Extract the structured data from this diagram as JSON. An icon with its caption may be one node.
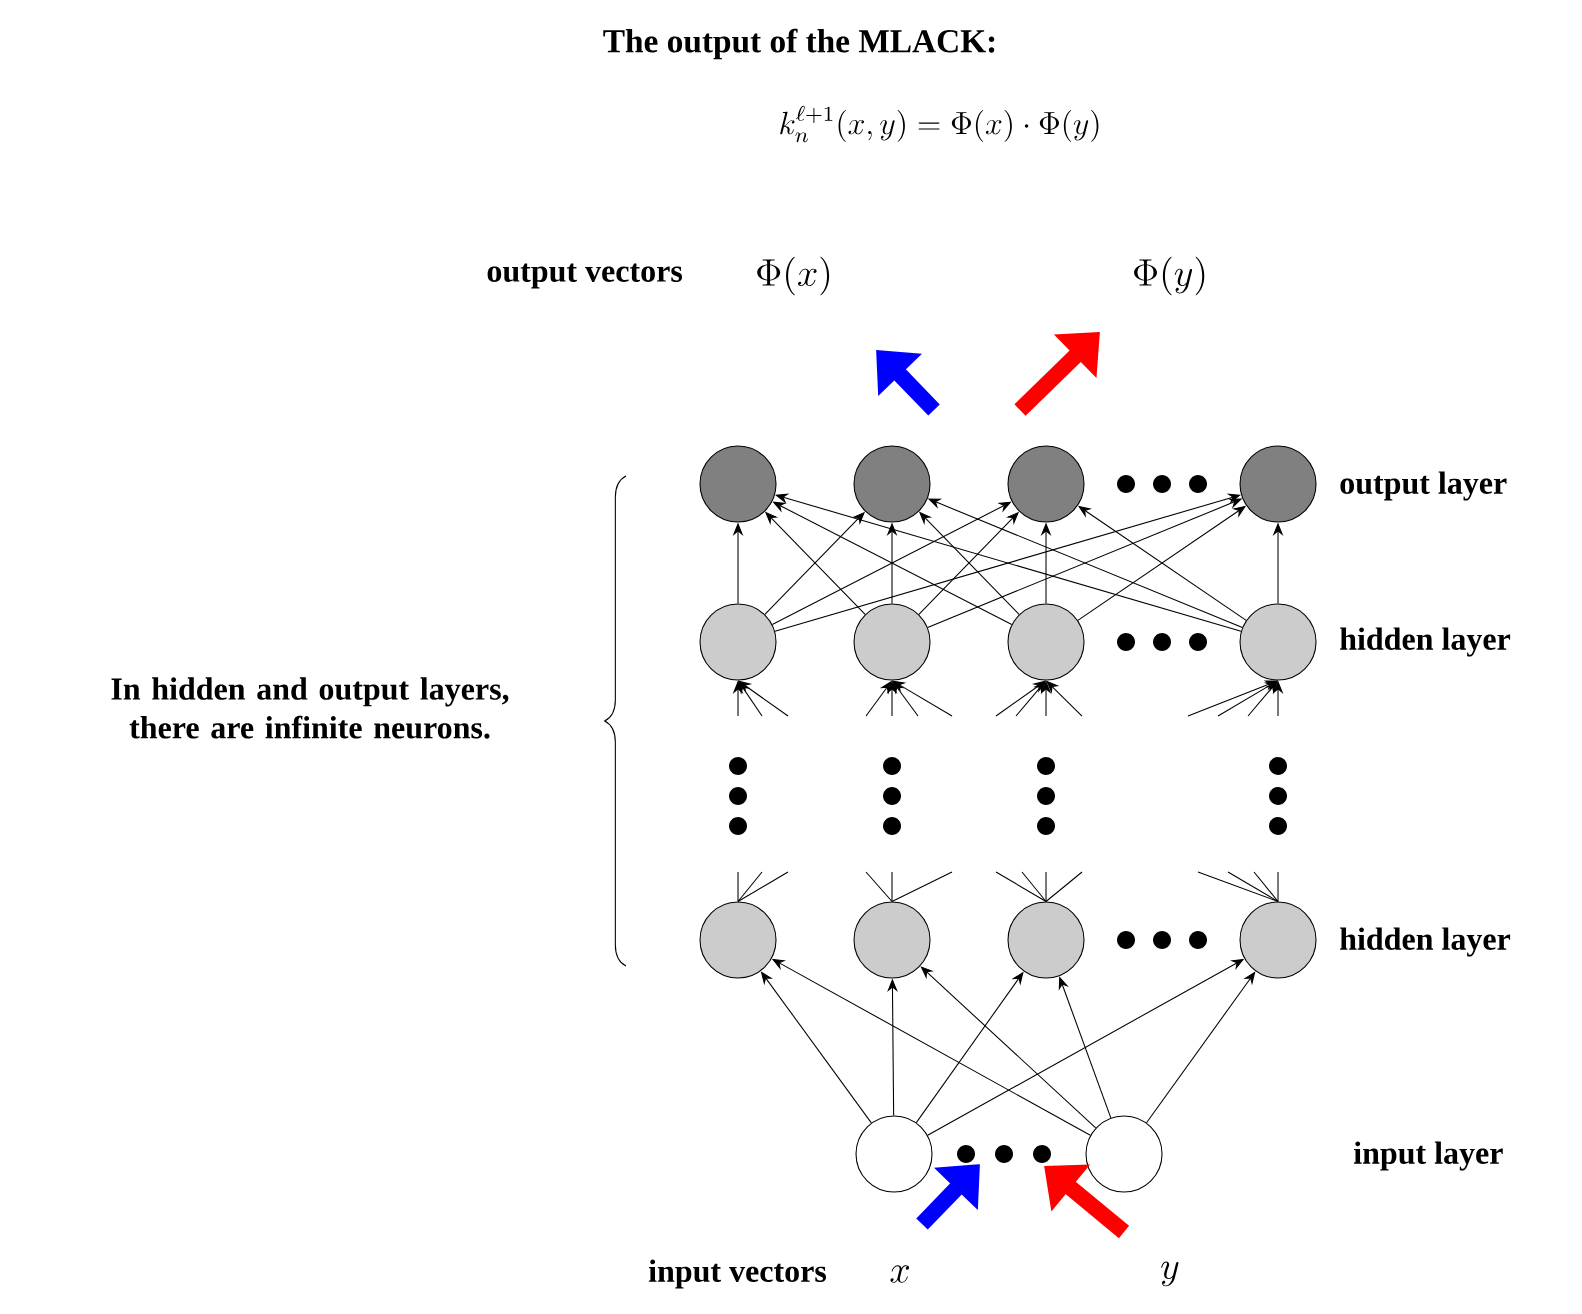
{
  "diagram": {
    "title": "The output of the MLACK:",
    "nodes": [
      {
        "text": [],
        "shape": "circle"
      },
      {
        "text": [],
        "shape": "circle"
      },
      {
        "text": [],
        "shape": "circle"
      },
      {
        "text": [],
        "shape": "circle"
      },
      {
        "text": [],
        "shape": "circle"
      },
      {
        "text": [],
        "shape": "circle"
      },
      {
        "text": [],
        "shape": "circle"
      },
      {
        "text": [],
        "shape": "circle"
      },
      {
        "text": [],
        "shape": "circle"
      },
      {
        "text": [],
        "shape": "circle"
      },
      {
        "text": [],
        "shape": "circle"
      },
      {
        "text": [],
        "shape": "circle"
      },
      {
        "text": [],
        "shape": "circle"
      },
      {
        "text": [],
        "shape": "circle"
      }
    ],
    "edges": [
      {
        "from": 4,
        "to": 0,
        "arrow": "to"
      },
      {
        "from": 4,
        "to": 1,
        "arrow": "to"
      },
      {
        "from": 4,
        "to": 2,
        "arrow": "to"
      },
      {
        "from": 4,
        "to": 3,
        "arrow": "to"
      },
      {
        "from": 5,
        "to": 0,
        "arrow": "to"
      },
      {
        "from": 5,
        "to": 1,
        "arrow": "to"
      },
      {
        "from": 5,
        "to": 2,
        "arrow": "to"
      },
      {
        "from": 5,
        "to": 3,
        "arrow": "to"
      },
      {
        "from": 6,
        "to": 0,
        "arrow": "to"
      },
      {
        "from": 6,
        "to": 1,
        "arrow": "to"
      },
      {
        "from": 6,
        "to": 2,
        "arrow": "to"
      },
      {
        "from": 6,
        "to": 3,
        "arrow": "to"
      },
      {
        "from": 7,
        "to": 0,
        "arrow": "to"
      },
      {
        "from": 7,
        "to": 1,
        "arrow": "to"
      },
      {
        "from": 7,
        "to": 2,
        "arrow": "to"
      },
      {
        "from": 7,
        "to": 3,
        "arrow": "to"
      },
      {
        "from": 12,
        "to": 8,
        "arrow": "to"
      },
      {
        "from": 12,
        "to": 9,
        "arrow": "to"
      },
      {
        "from": 12,
        "to": 10,
        "arrow": "to"
      },
      {
        "from": 12,
        "to": 11,
        "arrow": "to"
      },
      {
        "from": 13,
        "to": 8,
        "arrow": "to"
      },
      {
        "from": 13,
        "to": 9,
        "arrow": "to"
      },
      {
        "from": 13,
        "to": 10,
        "arrow": "to"
      },
      {
        "from": 13,
        "to": 11,
        "arrow": "to"
      }
    ],
    "labels": [
      "k_n^{\\ell+1}(x,y) = \\Phi(x)\\cdot\\Phi(y)",
      "output vectors",
      "\\Phi(x)",
      "\\Phi(y)",
      "output layer",
      "hidden layer",
      "In hidden and output layers, there are infinite neurons.",
      "hidden layer",
      "input layer",
      "input vectors",
      "x",
      "y"
    ]
  }
}
